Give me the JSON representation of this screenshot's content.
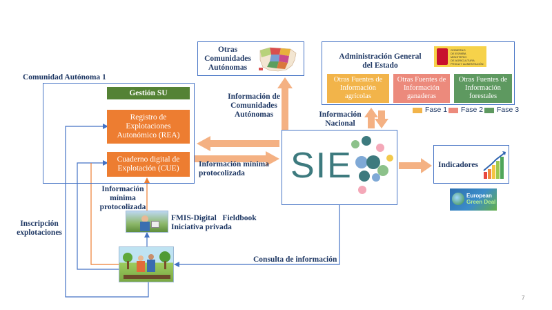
{
  "comunidad_autonoma": {
    "title": "Comunidad Autónoma 1",
    "gestion_su": "Gestión SU",
    "rea": [
      "Registro de",
      "Explotaciones",
      "Autonómico (REA)"
    ],
    "cue": [
      "Cuaderno digital de",
      "Explotación (CUE)"
    ]
  },
  "otras_comunidades": [
    "Otras",
    "Comunidades",
    "Autónomas"
  ],
  "administracion": {
    "title": [
      "Administración General",
      "del Estado"
    ],
    "logo_text": [
      "GOBIERNO",
      "DE ESPAÑA",
      "MINISTERIO",
      "DE AGRICULTURA",
      "PESCA Y ALIMENTACIÓN"
    ],
    "sources": [
      {
        "label": [
          "Otras Fuentes de",
          "Información",
          "agrícolas"
        ],
        "color": "#f2b44a"
      },
      {
        "label": [
          "Otras Fuentes de",
          "Información",
          "ganaderas"
        ],
        "color": "#ec8a7c"
      },
      {
        "label": [
          "Otras Fuentes de",
          "Información",
          "forestales"
        ],
        "color": "#5e9960"
      }
    ],
    "legend": [
      {
        "label": "Fase 1",
        "color": "#f2b44a"
      },
      {
        "label": "Fase 2",
        "color": "#ec8a7c"
      },
      {
        "label": "Fase 3",
        "color": "#5e9960"
      }
    ]
  },
  "labels": {
    "info_comunidades": [
      "Información de",
      "Comunidades",
      "Autónomas"
    ],
    "info_nacional": [
      "Información",
      "Nacional"
    ],
    "info_minima_right": [
      "Información mínima",
      "protocolizada"
    ],
    "info_minima_left": [
      "Información",
      "mínima",
      "protocolizada"
    ],
    "inscripcion": [
      "Inscripción",
      "explotaciones"
    ],
    "consulta": "Consulta de información",
    "fmis": [
      "FMIS-Digital   Fieldbook",
      "Iniciativa privada"
    ]
  },
  "siex": {
    "text": "SIE"
  },
  "indicadores": "Indicadores",
  "green_deal": [
    "European",
    "Green Deal"
  ],
  "page_number": "7",
  "colors": {
    "navy": "#1f3864",
    "blue_line": "#4472c4",
    "orange": "#ed7d31",
    "orange_arrow": "#f4b183",
    "green_dark": "#548235",
    "siex_teal": "#3d7a7e"
  }
}
